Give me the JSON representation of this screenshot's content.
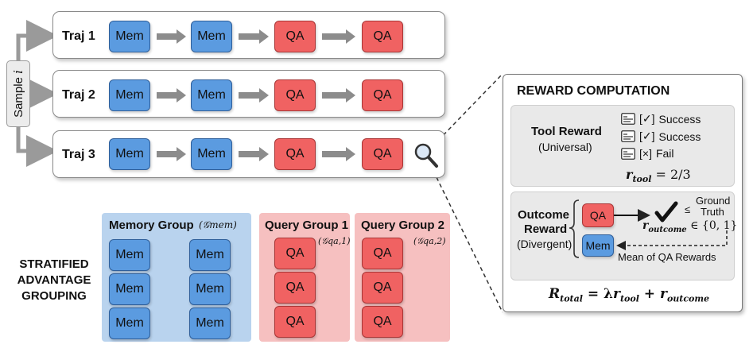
{
  "sample": {
    "prefix": "Sample ",
    "var": "i"
  },
  "trajectories": [
    {
      "label": "Traj 1",
      "nodes": [
        "Mem",
        "Mem",
        "QA",
        "QA"
      ]
    },
    {
      "label": "Traj 2",
      "nodes": [
        "Mem",
        "Mem",
        "QA",
        "QA"
      ]
    },
    {
      "label": "Traj 3",
      "nodes": [
        "Mem",
        "Mem",
        "QA",
        "QA"
      ]
    }
  ],
  "magnifier_icon": "magnifier-icon",
  "stratified": {
    "line1": "STRATIFIED",
    "line2": "ADVANTAGE",
    "line3": "GROUPING"
  },
  "groups": {
    "memory": {
      "title": "Memory Group",
      "symbol": "(𝒢mem)",
      "node": "Mem",
      "color": "#b9d3ee"
    },
    "query1": {
      "title": "Query Group 1",
      "symbol": "(𝒢qa,1)",
      "node": "QA",
      "color": "#f6c0c0"
    },
    "query2": {
      "title": "Query Group 2",
      "symbol": "(𝒢qa,2)",
      "node": "QA",
      "color": "#f6c0c0"
    }
  },
  "reward": {
    "title": "REWARD COMPUTATION",
    "tool": {
      "label": "Tool Reward",
      "sublabel": "(Universal)",
      "statuses": [
        {
          "mark": "[✓]",
          "text": "Success"
        },
        {
          "mark": "[✓]",
          "text": "Success"
        },
        {
          "mark": "[×]",
          "text": "Fail"
        }
      ],
      "formula_lhs": "r",
      "formula_sub": "tool",
      "formula_rhs": " = 2/3"
    },
    "outcome": {
      "label1": "Outcome",
      "label2": "Reward",
      "sublabel": "(Divergent)",
      "qa_node": "QA",
      "mem_node": "Mem",
      "check_icon": "checkmark-icon",
      "leq": "≤",
      "ground": "Ground",
      "truth": "Truth",
      "formula_lhs": "r",
      "formula_sub": "outcome",
      "formula_rhs": " ∈ {0, 1}",
      "mean_text": "Mean of QA Rewards"
    },
    "total": {
      "lhs": "R",
      "lhs_sub": "total",
      "eq": " = λ",
      "r1": "r",
      "r1_sub": "tool",
      "plus": " + ",
      "r2": "r",
      "r2_sub": "outcome"
    }
  },
  "colors": {
    "mem": "#5b9be0",
    "qa": "#f06262",
    "arrow": "#8c8c8c"
  }
}
